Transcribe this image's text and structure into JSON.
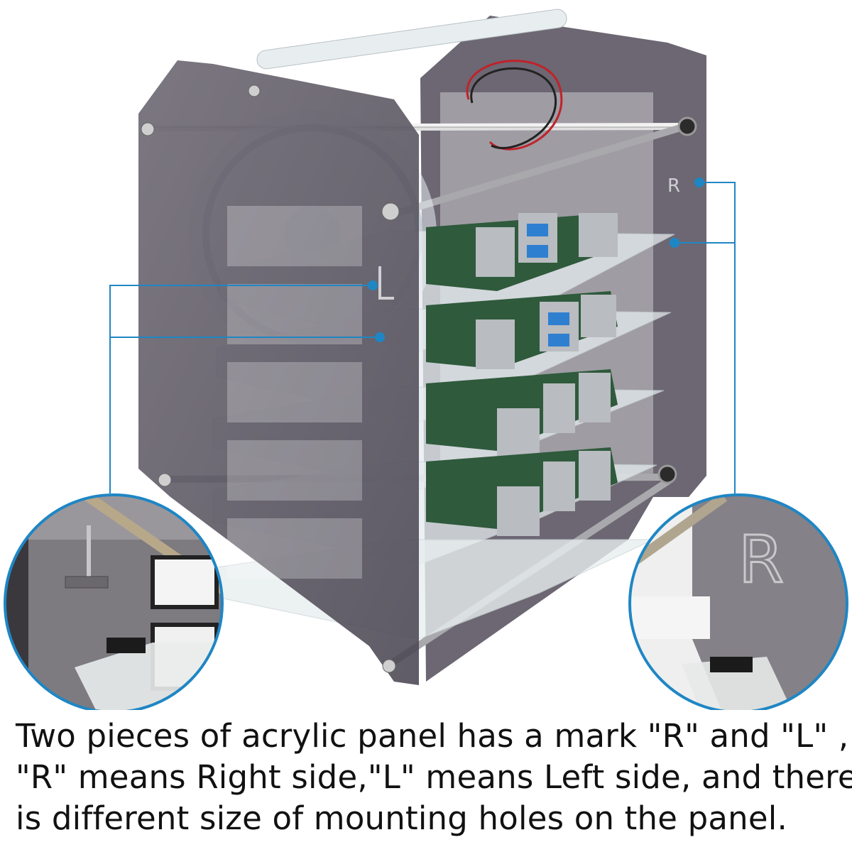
{
  "photo": {
    "subject": "stacked-acrylic-cluster-case",
    "colors": {
      "panel": "#5a5561",
      "panel_dark": "#3f3b46",
      "acrylic_edge": "#d9dde0",
      "board_green": "#2f5a3c",
      "port_metal": "#b9bcc0",
      "usb_blue": "#2f7fd0",
      "fan_wire_red": "#c0222a",
      "callout_line": "#1f86c4"
    },
    "panel_marks": {
      "right": "R",
      "left": "L"
    }
  },
  "caption": {
    "line1": "Two pieces of acrylic panel has a mark \"R\" and \"L\" ,",
    "line2": "\"R\" means Right side,\"L\" means Left side, and there",
    "line3": "is different size of mounting holes on the panel."
  }
}
